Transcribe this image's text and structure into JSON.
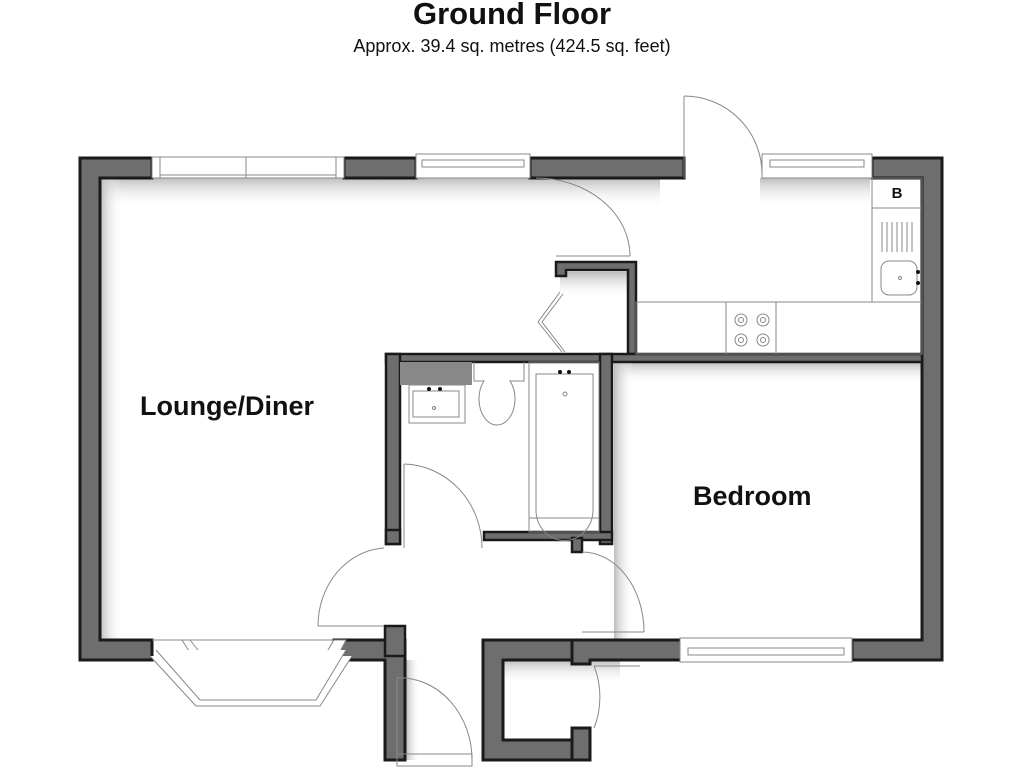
{
  "header": {
    "title": "Ground Floor",
    "subtitle": "Approx. 39.4 sq. metres (424.5 sq. feet)"
  },
  "rooms": [
    {
      "id": "lounge-diner",
      "label": "Lounge/Diner"
    },
    {
      "id": "bedroom",
      "label": "Bedroom"
    },
    {
      "id": "kitchen",
      "label": ""
    },
    {
      "id": "bathroom",
      "label": ""
    },
    {
      "id": "hallway",
      "label": ""
    },
    {
      "id": "storage",
      "label": ""
    }
  ],
  "fixtures": {
    "boiler_label": "B"
  },
  "colors": {
    "wall_dark": "#1a1a1a",
    "wall_mid": "#6e6e6e",
    "wall_light": "#a8a8a8",
    "line": "#888888",
    "background": "#ffffff"
  }
}
